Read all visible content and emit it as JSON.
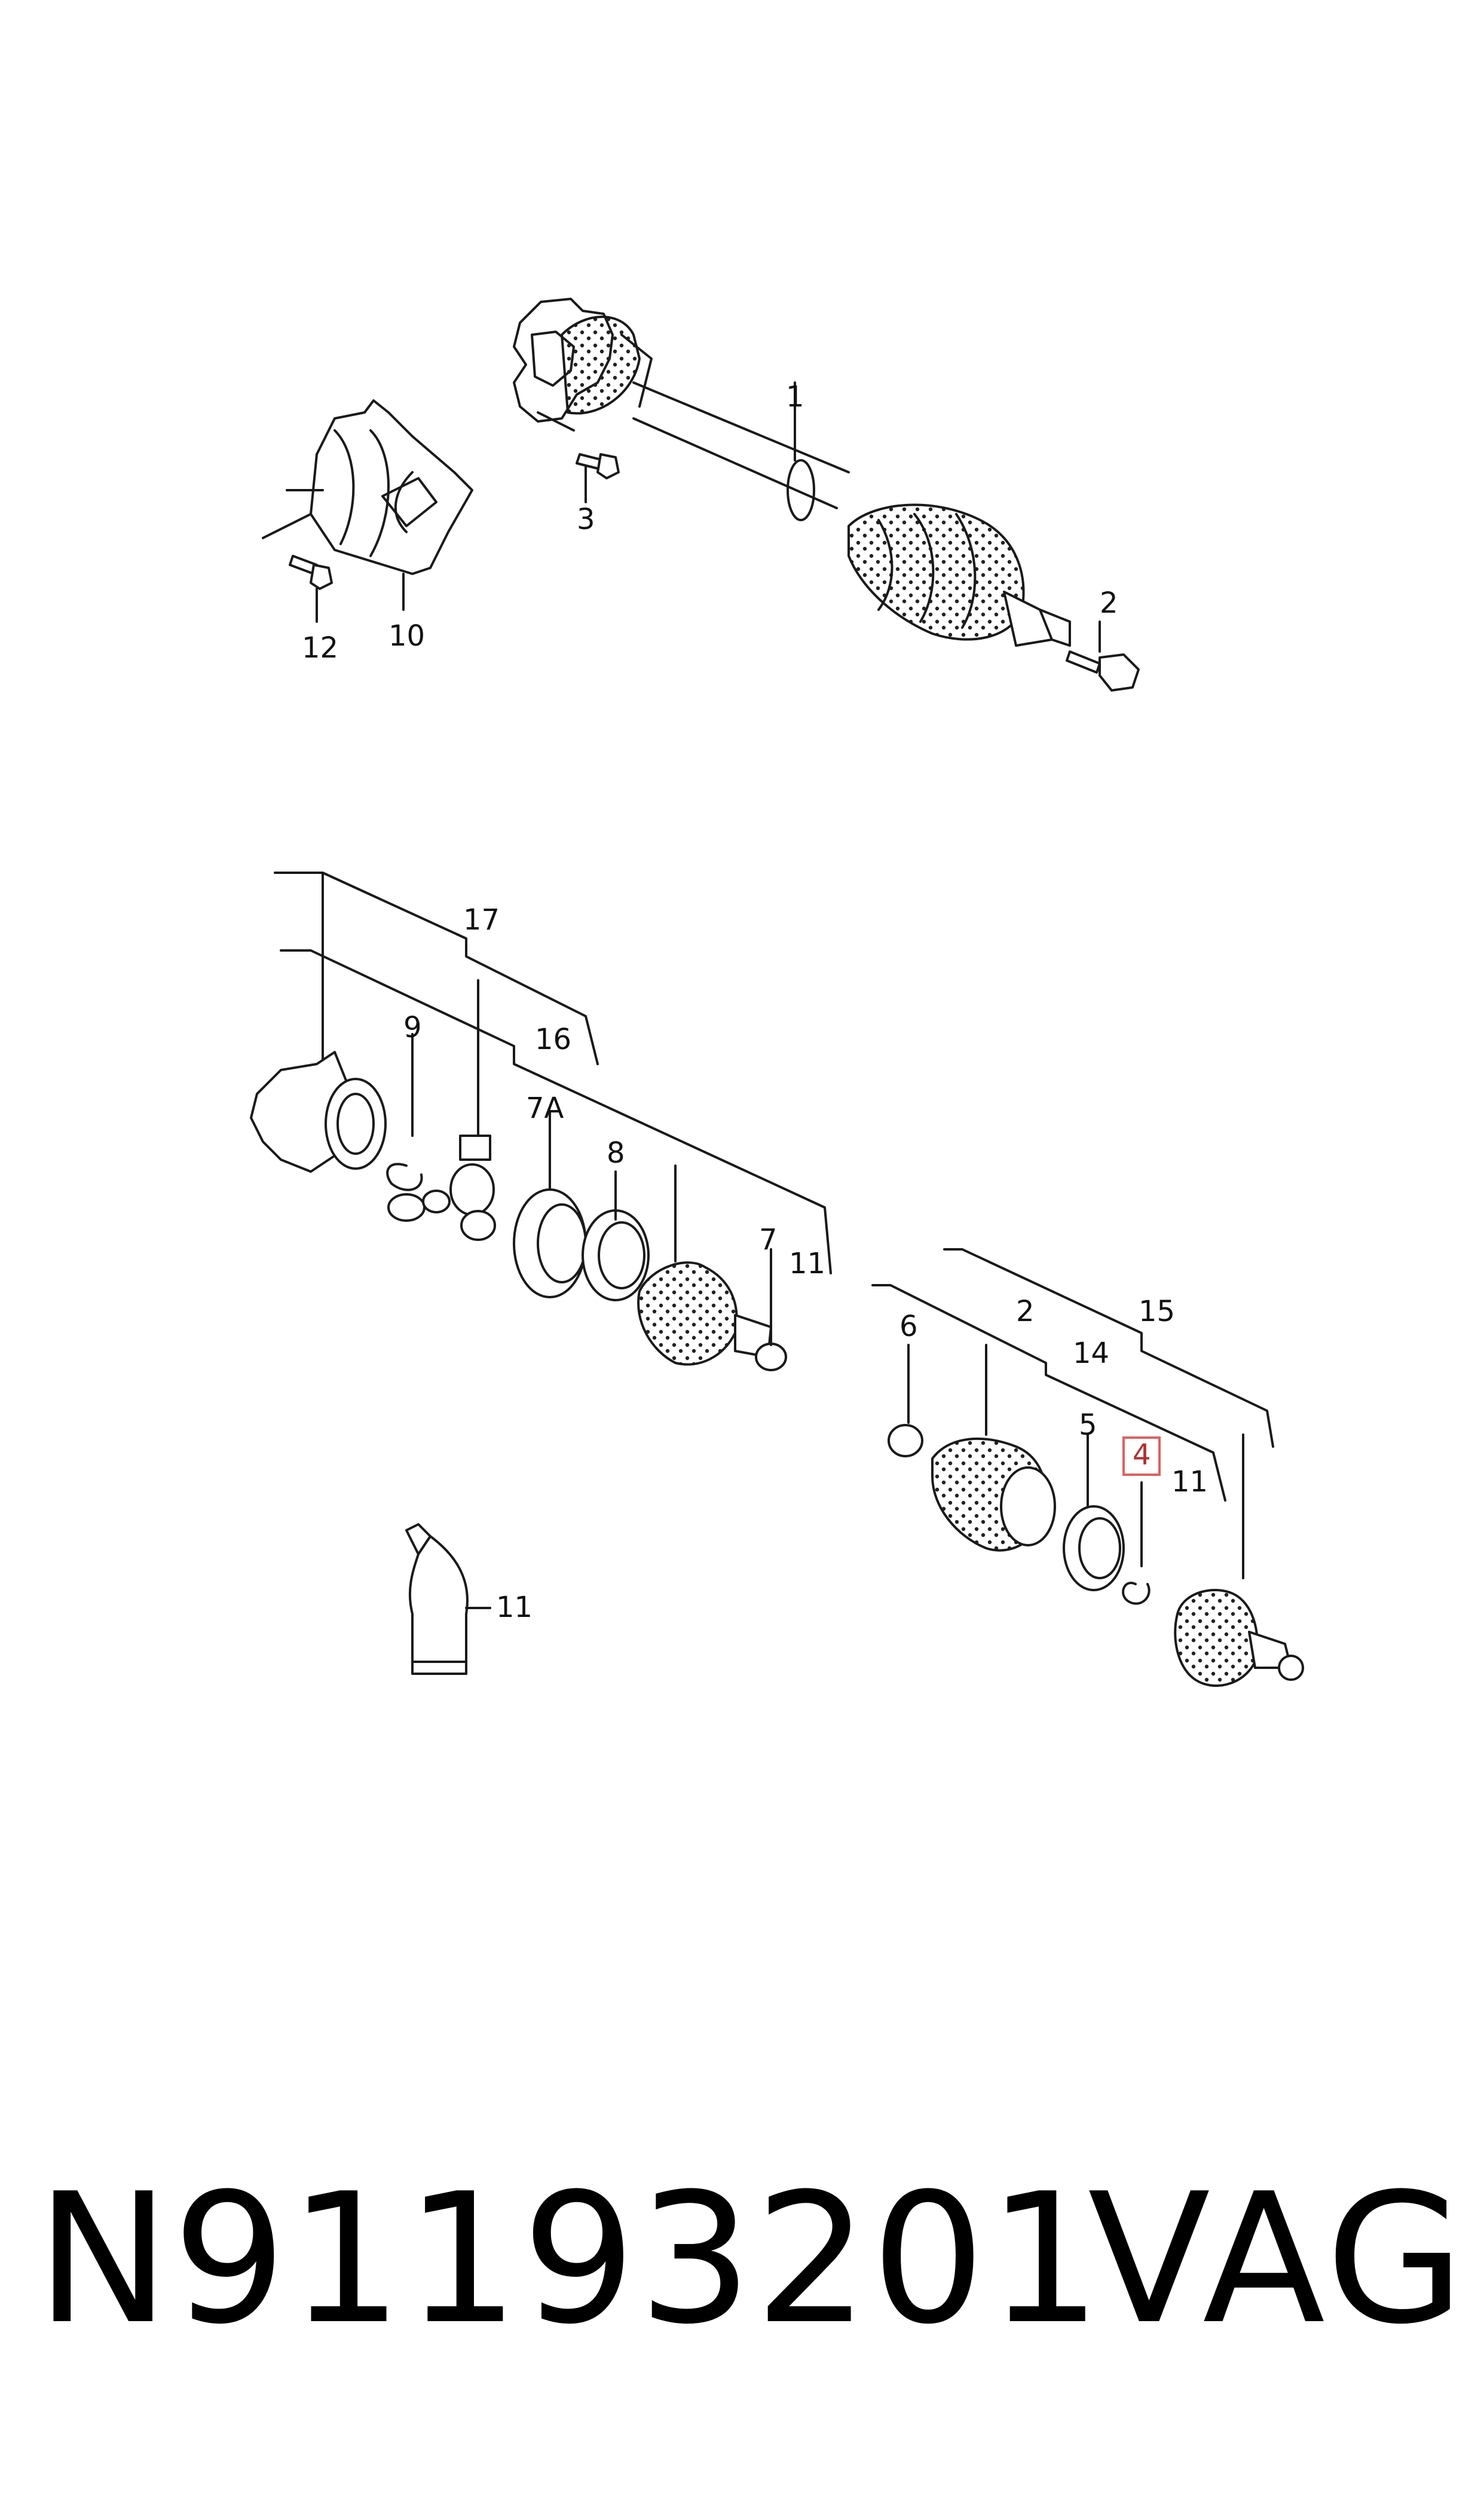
{
  "callouts": {
    "c1": "1",
    "c2_top": "2",
    "c3": "3",
    "c10": "10",
    "c12": "12",
    "c17": "17",
    "c16": "16",
    "c9": "9",
    "c7A": "7A",
    "c8": "8",
    "c7": "7",
    "c11_left": "11",
    "c6": "6",
    "c2_right": "2",
    "c15": "15",
    "c14": "14",
    "c5": "5",
    "c4": "4",
    "c11_right": "11",
    "c11_tube": "11"
  },
  "highlighted_callout": "4",
  "footer": {
    "part_number": "N91193201",
    "manufacturer": "VAG"
  },
  "colors": {
    "line": "#1a1a1a",
    "highlight_box": "#e06060",
    "background": "#ffffff"
  }
}
